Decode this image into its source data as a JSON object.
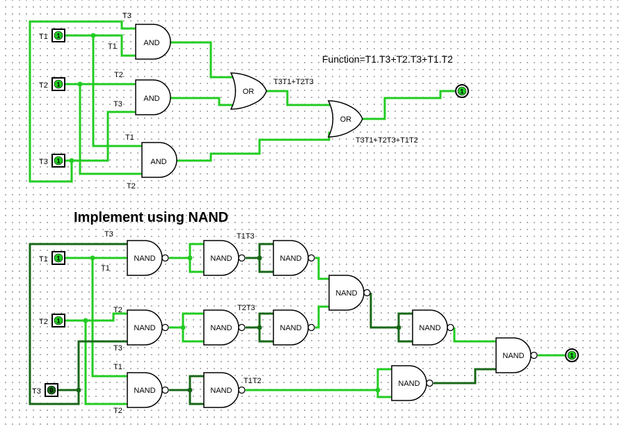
{
  "function_text": "Function=T1.T3+T2.T3+T1.T2",
  "nand_heading": "Implement using NAND",
  "gate_labels": {
    "and": "AND",
    "or": "OR",
    "nand": "NAND"
  },
  "inputs_top": [
    {
      "name": "T1",
      "value": "1"
    },
    {
      "name": "T2",
      "value": "1"
    },
    {
      "name": "T3",
      "value": "1"
    }
  ],
  "inputs_bottom": [
    {
      "name": "T1",
      "value": "1"
    },
    {
      "name": "T2",
      "value": "1"
    },
    {
      "name": "T3",
      "value": "0"
    }
  ],
  "outputs": {
    "top": "1",
    "bottom": "1"
  },
  "wire_labels_top": {
    "and1_in_a": "T3",
    "and1_in_b": "T1",
    "and2_in_a": "T2",
    "and2_in_b": "T3",
    "and3_in_a": "T1",
    "and3_in_b": "T2",
    "or1_out": "T3T1+T2T3",
    "or2_out": "T3T1+T2T3+T1T2"
  },
  "wire_labels_bottom": {
    "n1_in_a": "T3",
    "n1_in_b": "T1",
    "n2_in_a": "T2",
    "n2_in_b": "T3",
    "n3_in_a": "T1",
    "n3_in_b": "T2",
    "t1t3": "T1T3",
    "t2t3": "T2T3",
    "t1t2": "T1T2"
  },
  "colors": {
    "wire_high": "#22cc22",
    "wire_low": "#186818",
    "gate_stroke": "#000000"
  }
}
